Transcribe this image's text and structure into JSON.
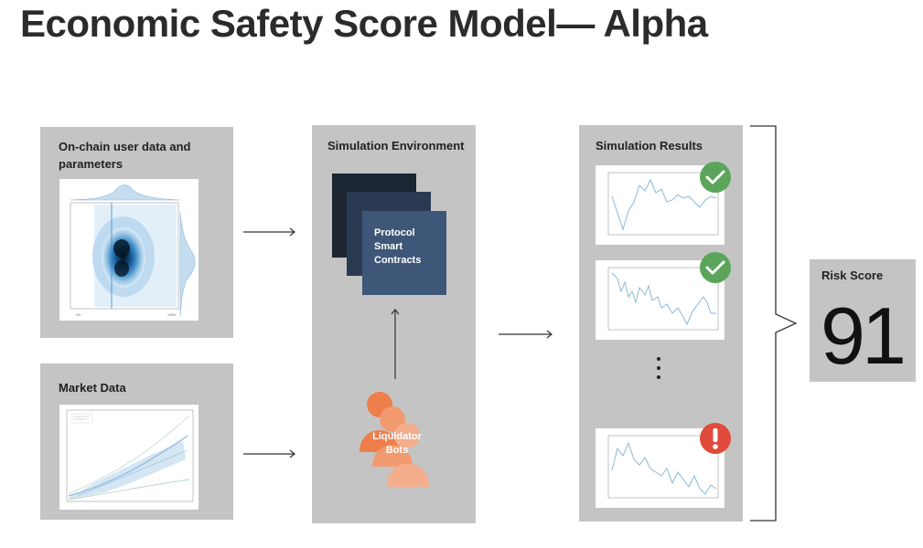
{
  "title": "Economic Safety Score Model— Alpha",
  "panels": {
    "onchain": {
      "label_line1": "On-chain user data and",
      "label_line2": "parameters"
    },
    "market": {
      "label": "Market Data"
    },
    "simulation": {
      "label": "Simulation Environment",
      "protocol_line1": "Protocol",
      "protocol_line2": "Smart",
      "protocol_line3": "Contracts",
      "bots_line1": "Liquidator",
      "bots_line2": "Bots"
    },
    "results": {
      "label": "Simulation Results",
      "ellipsis": "⋮",
      "charts": [
        {
          "status": "pass",
          "status_icon": "check-icon",
          "status_color": "#5aa55a"
        },
        {
          "status": "pass",
          "status_icon": "check-icon",
          "status_color": "#5aa55a"
        },
        {
          "status": "fail",
          "status_icon": "exclamation-icon",
          "status_color": "#e04a3a"
        }
      ]
    },
    "score": {
      "label": "Risk Score",
      "value": "91"
    }
  },
  "colors": {
    "panel_gray": "#c4c4c4",
    "stack_dark": "#1c2633",
    "stack_mid": "#2a3a52",
    "stack_front": "#3e5778",
    "bot_orange_1": "#ee7e4a",
    "bot_orange_2": "#f19a70",
    "bot_orange_3": "#f3ad8b",
    "line_blue": "#8ab8d8"
  }
}
